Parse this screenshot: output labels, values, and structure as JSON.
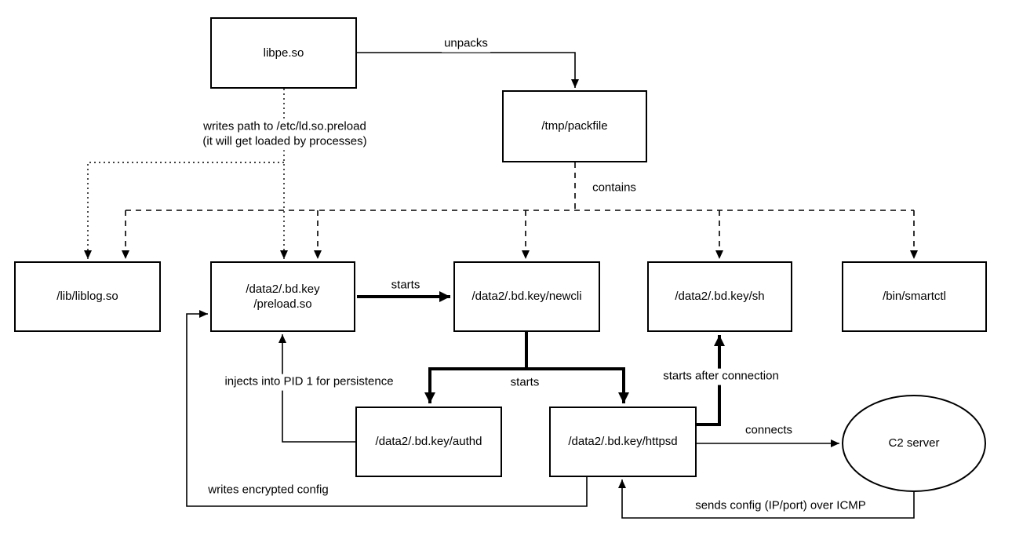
{
  "diagram": {
    "type": "flowchart",
    "colors": {
      "background": "#ffffff",
      "line": "#000000",
      "text": "#000000"
    },
    "nodes": {
      "libpe": {
        "label": "libpe.so",
        "shape": "rectangle"
      },
      "packfile": {
        "label": "/tmp/packfile",
        "shape": "rectangle"
      },
      "liblog": {
        "label": "/lib/liblog.so",
        "shape": "rectangle"
      },
      "preload": {
        "label": "/data2/.bd.key\n/preload.so",
        "shape": "rectangle"
      },
      "newcli": {
        "label": "/data2/.bd.key/newcli",
        "shape": "rectangle"
      },
      "sh": {
        "label": "/data2/.bd.key/sh",
        "shape": "rectangle"
      },
      "smartctl": {
        "label": "/bin/smartctl",
        "shape": "rectangle"
      },
      "authd": {
        "label": "/data2/.bd.key/authd",
        "shape": "rectangle"
      },
      "httpsd": {
        "label": "/data2/.bd.key/httpsd",
        "shape": "rectangle"
      },
      "c2": {
        "label": "C2 server",
        "shape": "ellipse"
      }
    },
    "edges": {
      "unpacks": {
        "label": "unpacks",
        "from": "libpe",
        "to": "packfile",
        "style": "solid"
      },
      "writes_preload": {
        "label": "writes path to /etc/ld.so.preload\n(it will get loaded by processes)",
        "from": "libpe",
        "to": "liblog, preload",
        "style": "dotted"
      },
      "contains": {
        "label": "contains",
        "from": "packfile",
        "to": "liblog, preload, newcli, sh, smartctl",
        "style": "dashed"
      },
      "starts_newcli": {
        "label": "starts",
        "from": "preload",
        "to": "newcli",
        "style": "bold"
      },
      "starts_children": {
        "label": "starts",
        "from": "newcli",
        "to": "authd, httpsd",
        "style": "bold"
      },
      "injects": {
        "label": "injects into PID 1 for persistence",
        "from": "authd",
        "to": "preload",
        "style": "solid"
      },
      "starts_after": {
        "label": "starts after connection",
        "from": "httpsd",
        "to": "sh",
        "style": "bold"
      },
      "connects": {
        "label": "connects",
        "from": "httpsd",
        "to": "c2",
        "style": "solid"
      },
      "writes_config": {
        "label": "writes encrypted config",
        "from": "httpsd",
        "to": "preload",
        "style": "solid"
      },
      "sends_config": {
        "label": "sends config (IP/port) over ICMP",
        "from": "c2",
        "to": "httpsd",
        "style": "solid"
      }
    }
  }
}
